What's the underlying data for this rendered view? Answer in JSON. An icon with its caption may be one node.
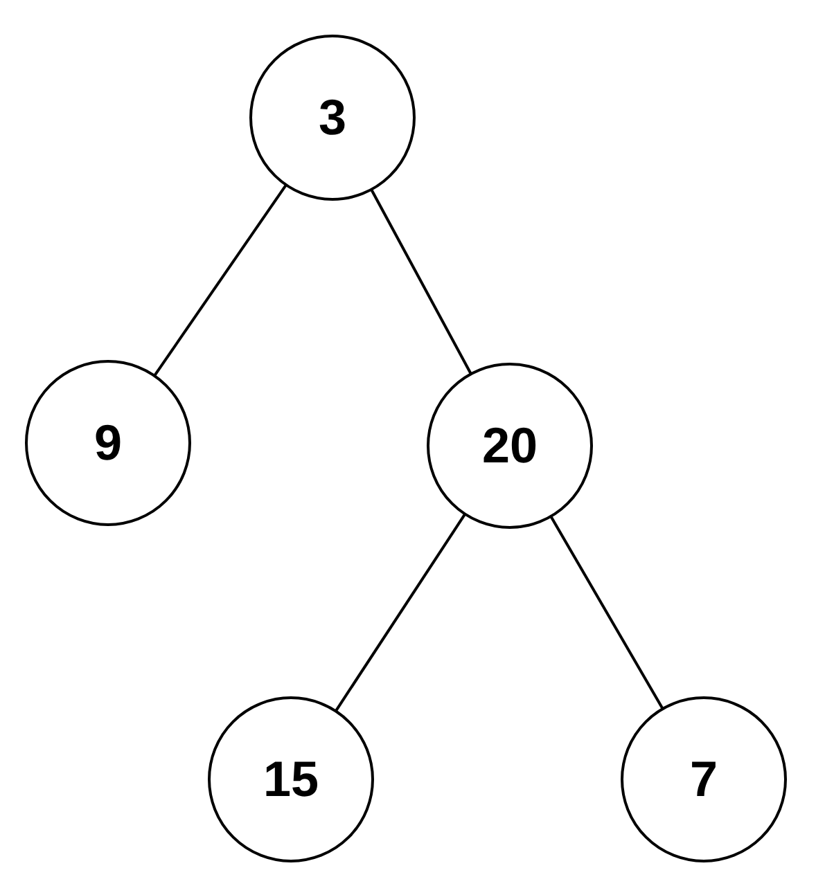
{
  "diagram": {
    "nodes": [
      {
        "text": [
          "3"
        ]
      },
      {
        "text": [
          "9"
        ]
      },
      {
        "text": [
          "20"
        ]
      },
      {
        "text": [
          "15"
        ]
      },
      {
        "text": [
          "7"
        ]
      }
    ],
    "edges": [
      {
        "from": 0,
        "to": 1,
        "arrow": "none"
      },
      {
        "from": 0,
        "to": 2,
        "arrow": "none"
      },
      {
        "from": 2,
        "to": 3,
        "arrow": "none"
      },
      {
        "from": 2,
        "to": 4,
        "arrow": "none"
      }
    ]
  }
}
